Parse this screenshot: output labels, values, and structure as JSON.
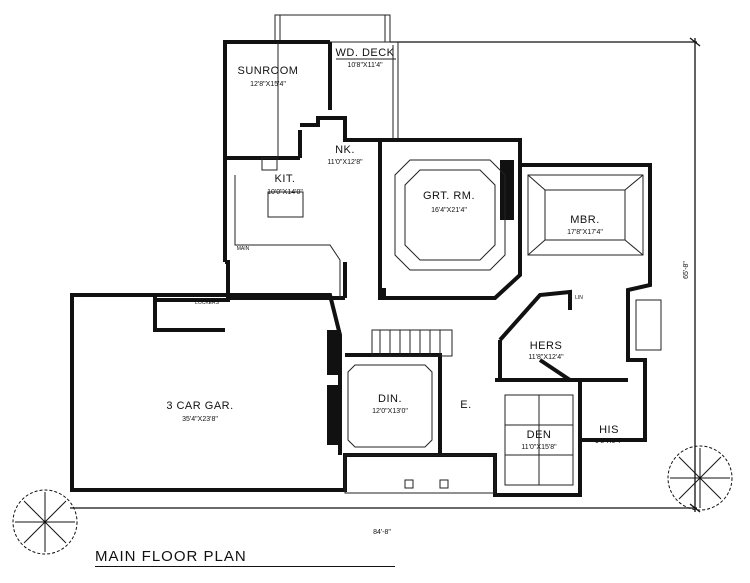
{
  "title": "MAIN FLOOR PLAN",
  "rooms": {
    "deck": {
      "name": "WD. DECK",
      "size": "10'8\"X11'4\""
    },
    "sunroom": {
      "name": "SUNROOM",
      "size": "12'8\"X15'4\""
    },
    "nook": {
      "name": "NK.",
      "size": "11'0\"X12'8\""
    },
    "kitchen": {
      "name": "KIT.",
      "size": "10'0\"X14'0\""
    },
    "great_room": {
      "name": "GRT. RM.",
      "size": "16'4\"X21'4\""
    },
    "master_bedroom": {
      "name": "MBR.",
      "size": "17'8\"X17'4\""
    },
    "hers": {
      "name": "HERS",
      "size": "11'8\"X12'4\""
    },
    "his": {
      "name": "HIS",
      "size": "9'8\"X6'4\""
    },
    "den": {
      "name": "DEN",
      "size": "11'0\"X15'8\""
    },
    "dining": {
      "name": "DIN.",
      "size": "12'0\"X13'0\""
    },
    "entry": {
      "name": "E."
    },
    "garage": {
      "name": "3 CAR GAR.",
      "size": "35'4\"X23'8\""
    }
  },
  "small_labels": {
    "lockers": "LOCKERS",
    "main": "MAIN",
    "linen": "LIN"
  },
  "dimensions": {
    "width": "84'-8\"",
    "depth": "65'-8\""
  }
}
